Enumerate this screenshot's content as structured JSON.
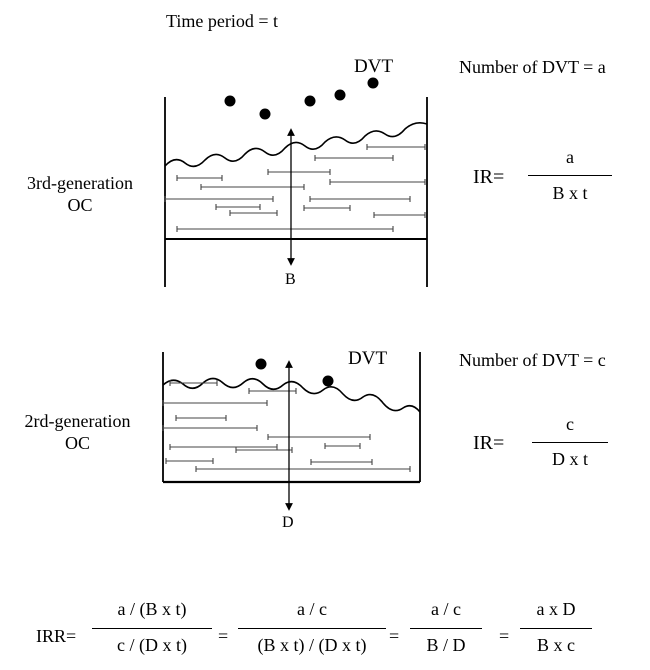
{
  "header": {
    "time_period": "Time period = t"
  },
  "panel_top": {
    "group_label_line1": "3rd-generation",
    "group_label_line2": "OC",
    "dvt_label": "DVT",
    "count_text": "Number of DVT = a",
    "depth_label": "B",
    "ir_prefix": "IR=",
    "ir_numerator": "a",
    "ir_denominator": "B x t"
  },
  "panel_bottom": {
    "group_label_line1": "2rd-generation",
    "group_label_line2": "OC",
    "dvt_label": "DVT",
    "count_text": "Number of DVT = c",
    "depth_label": "D",
    "ir_prefix": "IR=",
    "ir_numerator": "c",
    "ir_denominator": "D x t"
  },
  "irr": {
    "prefix": "IRR=",
    "eq": "=",
    "f1_num": "a / (B x t)",
    "f1_den": "c / (D x t)",
    "f2_num": "a / c",
    "f2_den": "(B x t) / (D x t)",
    "f3_num": "a / c",
    "f3_den": "B / D",
    "f4_num": "a x D",
    "f4_den": "B x c"
  }
}
